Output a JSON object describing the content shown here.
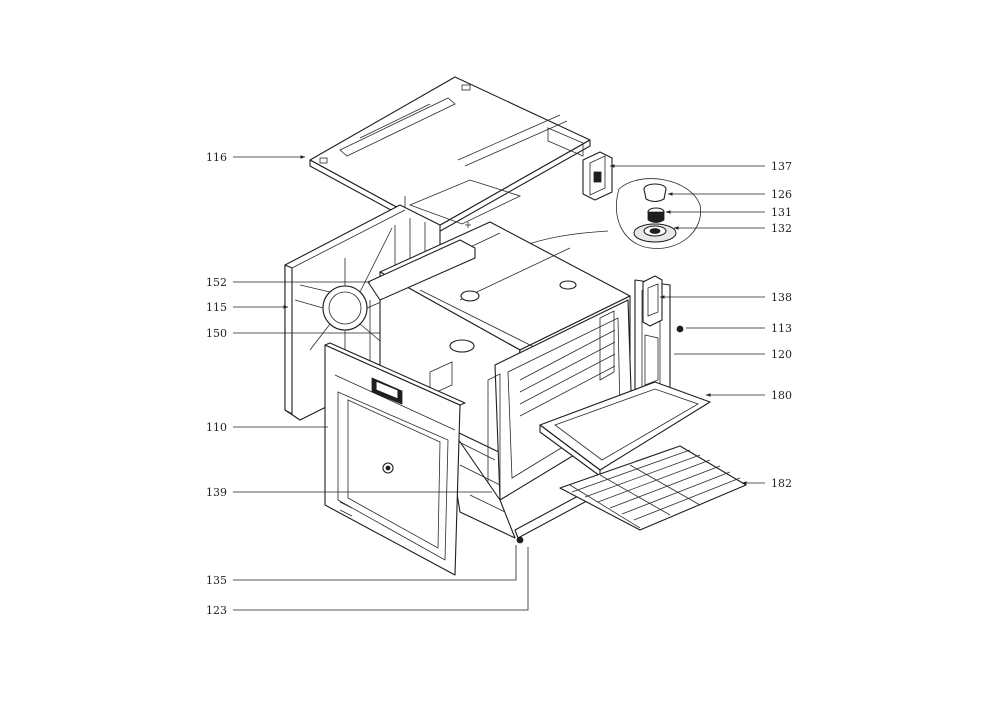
{
  "labels": {
    "l116": "116",
    "l137": "137",
    "l126": "126",
    "l131": "131",
    "l132": "132",
    "l152": "152",
    "l115": "115",
    "l150": "150",
    "l138": "138",
    "l113": "113",
    "l120": "120",
    "l180": "180",
    "l110": "110",
    "l139": "139",
    "l182": "182",
    "l135": "135",
    "l123": "123"
  }
}
